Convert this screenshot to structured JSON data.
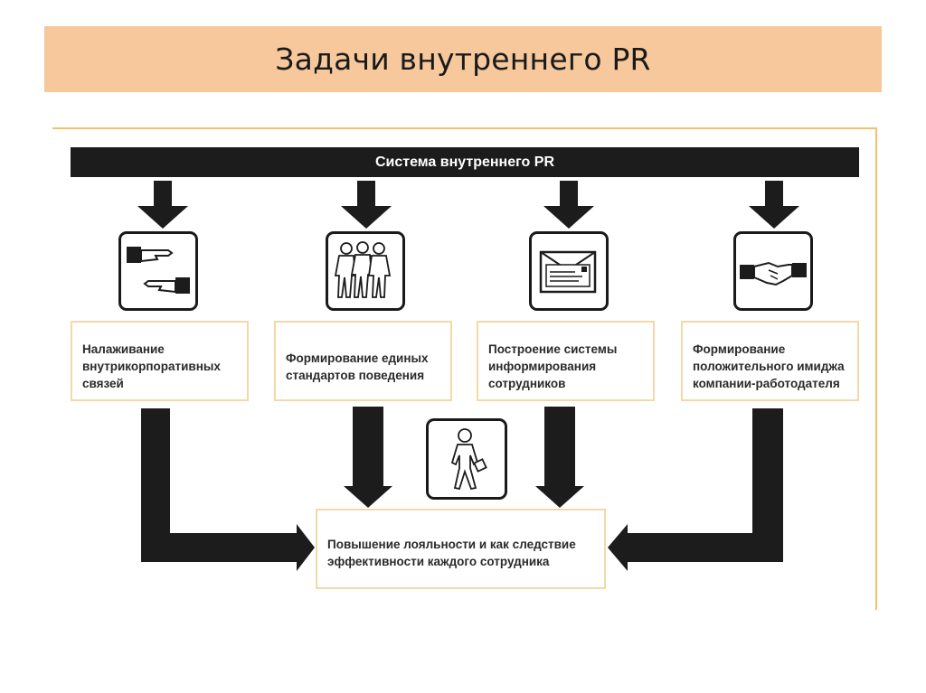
{
  "slide": {
    "title": "Задачи внутреннего PR"
  },
  "diagram": {
    "system_label": "Система внутреннего PR",
    "tasks": [
      {
        "text": "Налаживание\nвнутрикорпоративных\nсвязей",
        "icon": "pointing-hands-icon"
      },
      {
        "text": "Формирование единых\nстандартов поведения",
        "icon": "group-of-people-icon"
      },
      {
        "text": "Построение системы\nинформирования\nсотрудников",
        "icon": "envelope-icon"
      },
      {
        "text": "Формирование\nположительного имиджа\nкомпании-работодателя",
        "icon": "handshake-icon"
      }
    ],
    "center_icon": "walking-person-with-briefcase-icon",
    "result": "Повышение лояльности и как следствие\nэффективности каждого сотрудника"
  },
  "colors": {
    "title_band": "#f6c89c",
    "frame": "#f3c16a",
    "dark": "#1c1c1c"
  }
}
